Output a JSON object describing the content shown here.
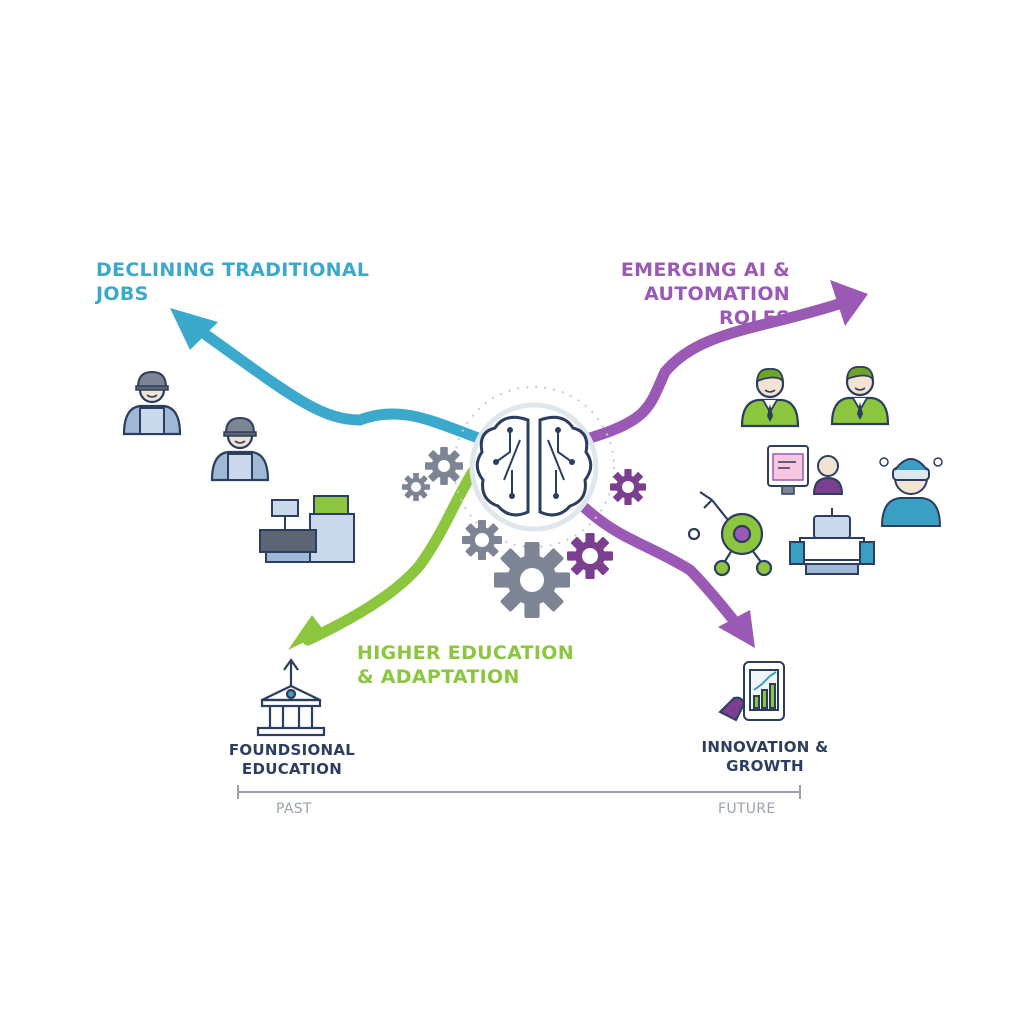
{
  "colors": {
    "declining": "#3ba9cc",
    "emerging": "#9b59b6",
    "education": "#8cc63f",
    "navy": "#2c3e5f",
    "gray": "#9aa3ad",
    "gear_gray": "#7d8494",
    "gear_purple": "#7b3f8f",
    "worker_blue": "#9fb8d6",
    "pro_green": "#8cc63f",
    "pro_teal": "#3b9fc4"
  },
  "labels": {
    "declining": [
      "DECLINING TRADITIONAL",
      "JOBS"
    ],
    "emerging": [
      "EMERGING AI & AUTOMATION",
      "ROLES"
    ],
    "higher_education": [
      "HIGHER EDUCATION",
      "& ADAPTATION"
    ],
    "foundational": [
      "FOUNDSIONAL",
      "EDUCATION"
    ],
    "innovation": "INNOVATION & GROWTH"
  },
  "timeline": {
    "start": "PAST",
    "end": "FUTURE"
  },
  "icons": {
    "center": "brain-circuit-icon",
    "declining": [
      "construction-worker-icon",
      "construction-worker-icon",
      "cash-register-icon"
    ],
    "emerging": [
      "professional-icon",
      "professional-icon",
      "computer-operator-icon",
      "vr-engineer-icon",
      "robotic-arm-icon",
      "robot-machine-icon"
    ],
    "education": [
      "institution-building-icon"
    ],
    "innovation": [
      "tablet-growth-chart-icon"
    ]
  }
}
